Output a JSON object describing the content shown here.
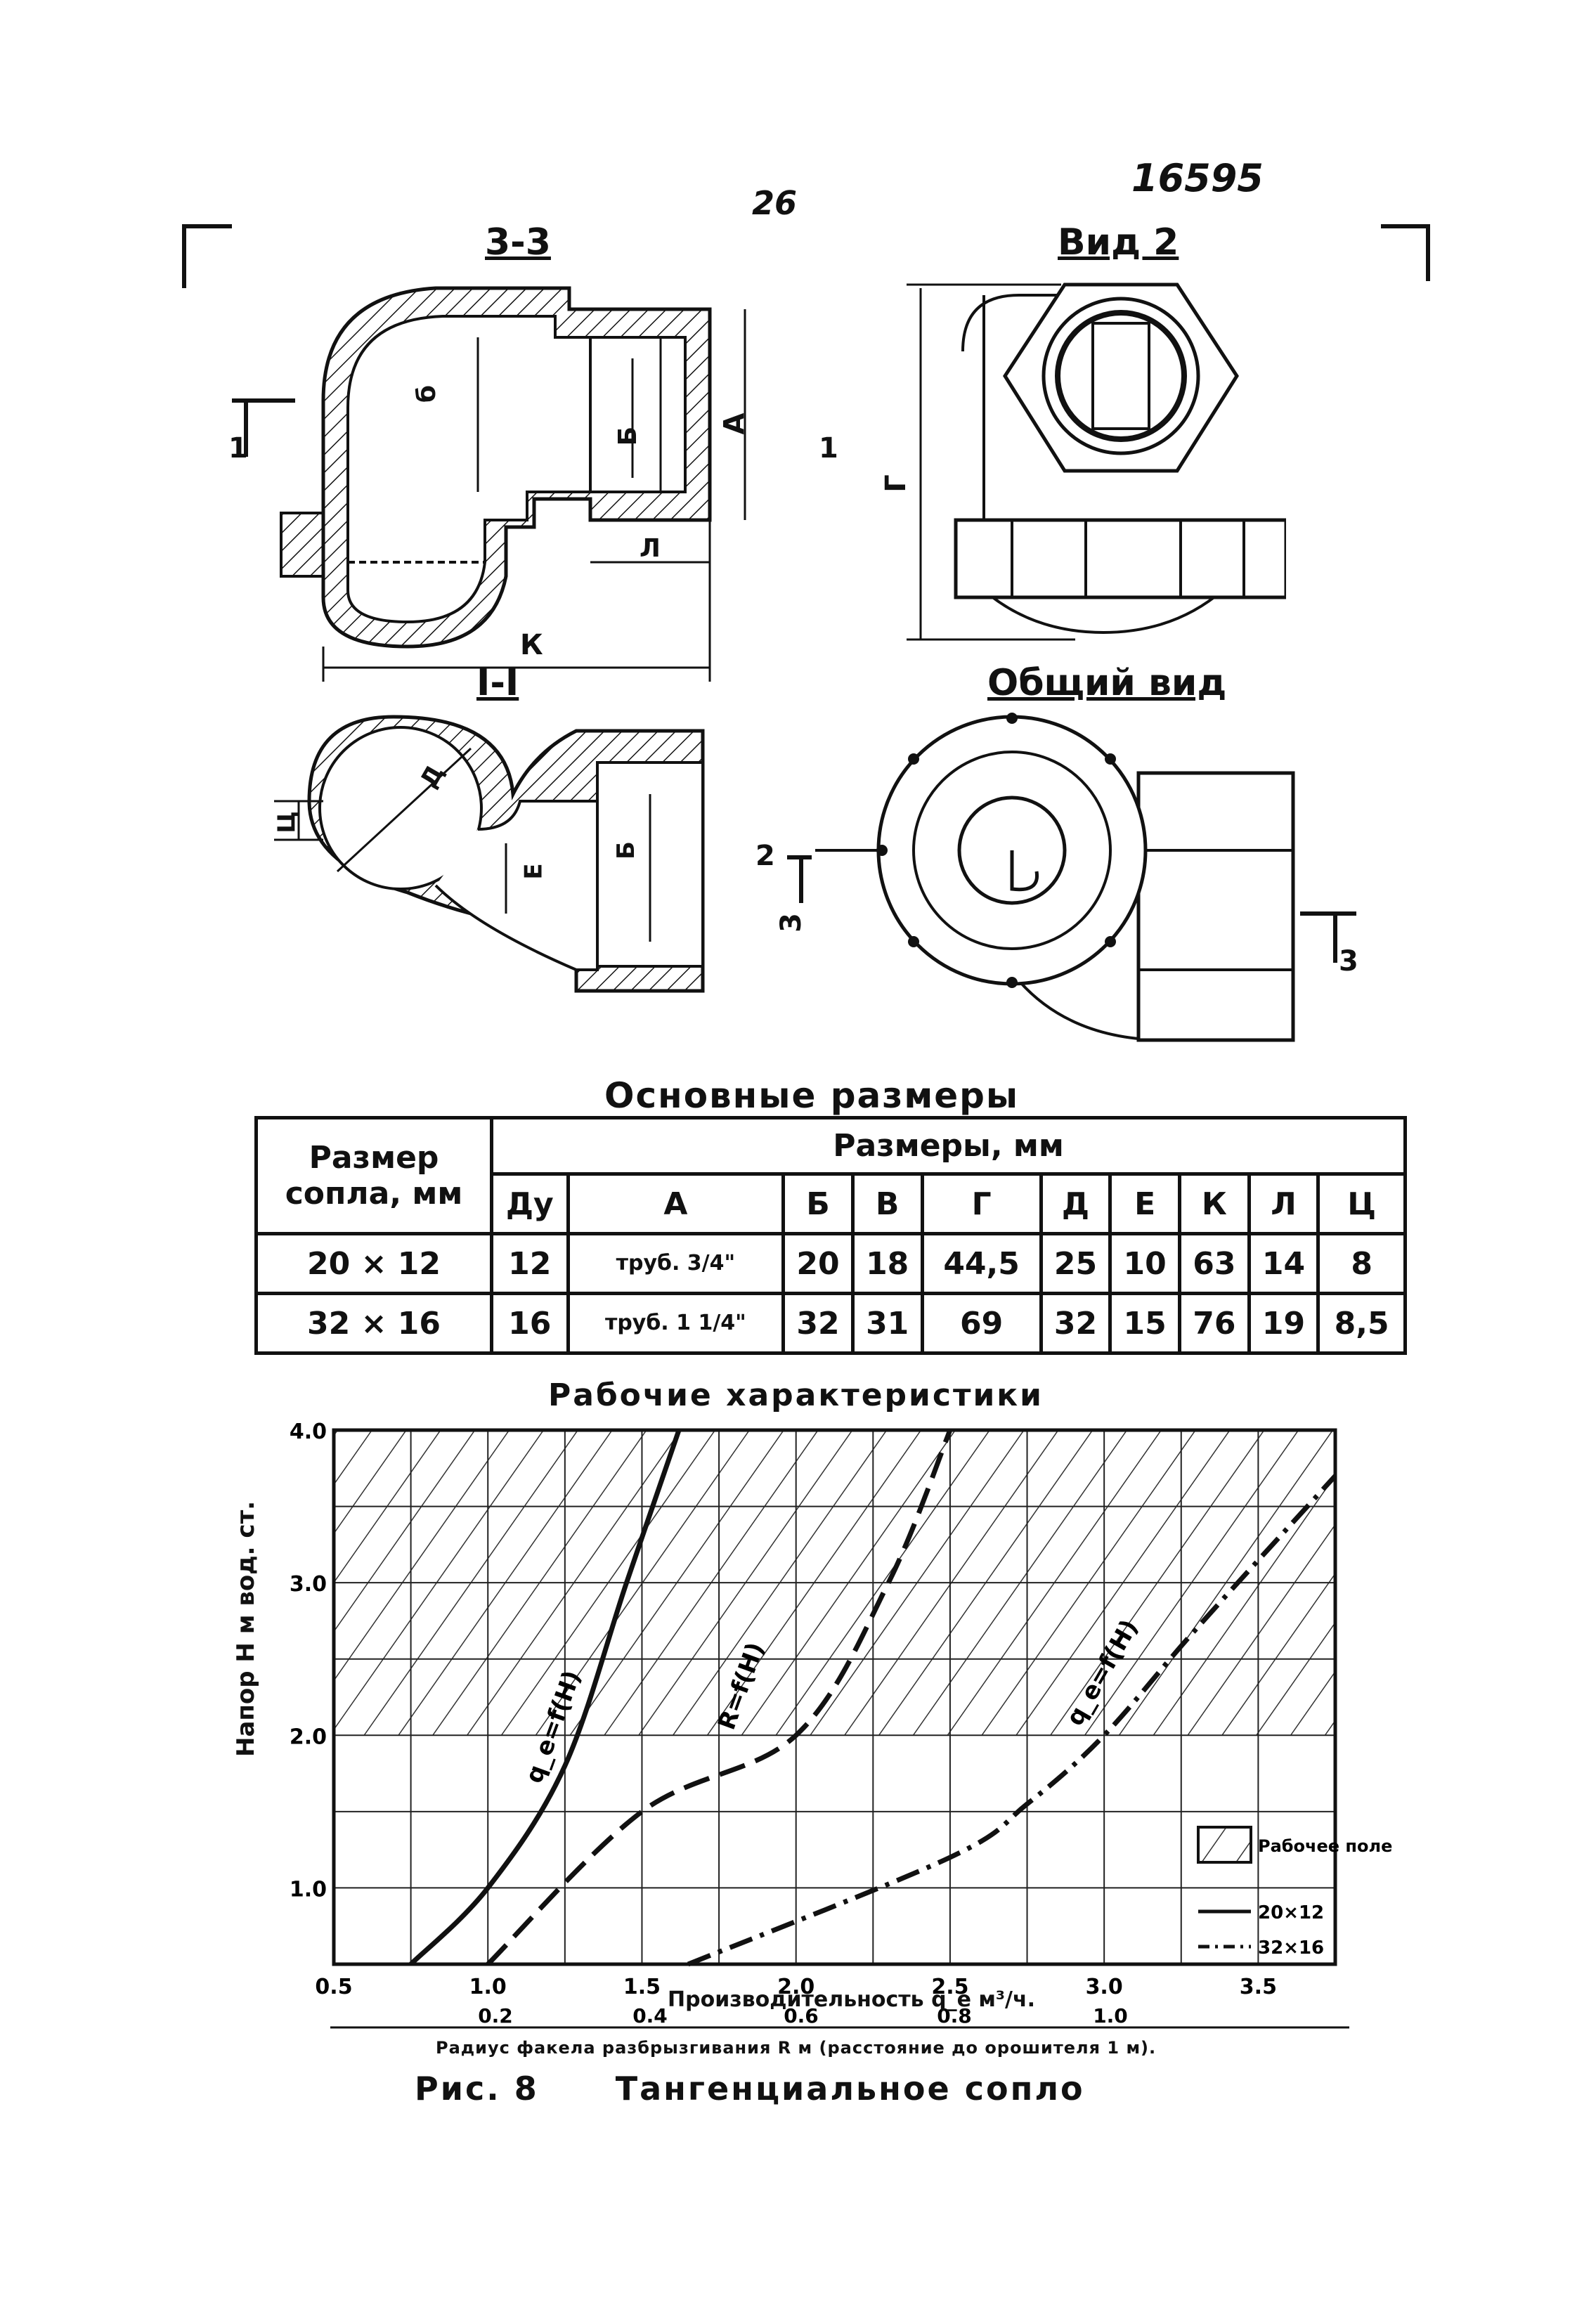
{
  "page_number": "26",
  "doc_number": "16595",
  "drawings": {
    "section_33": "3-3",
    "view_2": "Вид 2",
    "section_11": "I-I",
    "general_view": "Общий вид",
    "labels": {
      "b_small": "б",
      "b": "Б",
      "a": "А",
      "l": "Л",
      "k": "К",
      "g": "Г",
      "d": "Д",
      "ts": "Ц",
      "e": "Е",
      "marker_1": "1",
      "marker_2": "2",
      "marker_3": "3"
    }
  },
  "table": {
    "title": "Основные размеры",
    "row_header": "Размер сопла, мм",
    "group_header": "Размеры, мм",
    "columns": [
      "Ду",
      "А",
      "Б",
      "В",
      "Г",
      "Д",
      "Е",
      "К",
      "Л",
      "Ц"
    ],
    "rows": [
      {
        "size": "20 × 12",
        "values": [
          "12",
          "труб. 3/4\"",
          "20",
          "18",
          "44,5",
          "25",
          "10",
          "63",
          "14",
          "8"
        ]
      },
      {
        "size": "32 × 16",
        "values": [
          "16",
          "труб. 1 1/4\"",
          "32",
          "31",
          "69",
          "32",
          "15",
          "76",
          "19",
          "8,5"
        ]
      }
    ]
  },
  "chart_data": {
    "type": "line",
    "title": "Рабочие характеристики",
    "ylabel": "Напор    Н м вод. ст.",
    "xlabel": "Производительность    q_e  м³/ч.",
    "x2label": "Радиус факела разбрызгивания R м (расстояние до орошителя 1 м).",
    "xlim": [
      0.5,
      3.75
    ],
    "ylim": [
      0.5,
      4.0
    ],
    "x_ticks": [
      "0.5",
      "1.0",
      "1.5",
      "2.0",
      "2.5",
      "3.0",
      "3.5"
    ],
    "y_ticks": [
      "1.0",
      "2.0",
      "3.0",
      "4.0"
    ],
    "x2_ticks": [
      "0.2",
      "0.4",
      "0.6",
      "0.8",
      "1.0"
    ],
    "hatched_region": {
      "y_from": 2.0,
      "y_to": 4.0
    },
    "grid": true,
    "legend": {
      "position": "right",
      "items": [
        "Рабочее поле",
        "20×12",
        "32×16"
      ]
    },
    "series": [
      {
        "label": "q_e=f(H)",
        "line": "solid",
        "x": [
          0.75,
          1.0,
          1.25,
          1.45,
          1.62
        ],
        "y": [
          0.5,
          1.0,
          1.8,
          3.0,
          4.0
        ]
      },
      {
        "label": "R=f(H)",
        "line": "dashed",
        "x": [
          1.0,
          1.5,
          2.0,
          2.3,
          2.5
        ],
        "y": [
          0.5,
          1.5,
          2.0,
          3.0,
          4.0
        ]
      },
      {
        "label": "q_e=f(H)",
        "line": "dash-dot",
        "x": [
          1.65,
          2.5,
          2.75,
          3.0,
          3.3,
          3.75
        ],
        "y": [
          0.5,
          1.2,
          1.55,
          2.0,
          2.7,
          3.7
        ]
      }
    ]
  },
  "figure_caption": {
    "number": "Рис. 8",
    "name": "Тангенциальное сопло"
  }
}
